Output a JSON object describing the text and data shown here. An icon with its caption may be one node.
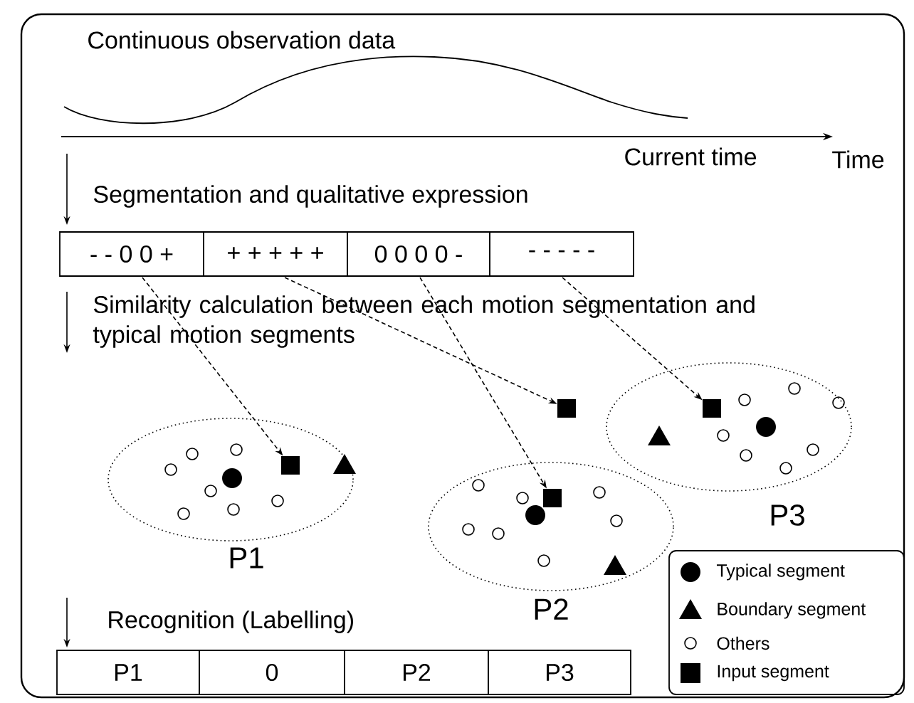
{
  "diagram": {
    "nodes": [
      {
        "text": [
          "- - 0 0 +"
        ]
      },
      {
        "text": [
          "+ + + + +"
        ]
      },
      {
        "text": [
          "0 0 0 0 -"
        ]
      },
      {
        "text": [
          "- - - - -"
        ]
      },
      {
        "text": [
          "P1"
        ]
      },
      {
        "text": [
          "P2"
        ]
      },
      {
        "text": [
          "P3"
        ]
      },
      {
        "text": [],
        "shape": "box",
        "in": 4
      },
      {
        "text": [],
        "shape": "box"
      },
      {
        "text": [],
        "shape": "box",
        "in": 5
      },
      {
        "text": [],
        "shape": "box",
        "in": 6
      },
      {
        "text": [
          "P1"
        ]
      },
      {
        "text": [
          "0"
        ]
      },
      {
        "text": [
          "P2"
        ]
      },
      {
        "text": [
          "P3"
        ]
      }
    ],
    "edges": [
      {
        "from": 0,
        "to": 7,
        "arrow": "to",
        "style": "dashed"
      },
      {
        "from": 1,
        "to": 8,
        "arrow": "to",
        "style": "dashed"
      },
      {
        "from": 2,
        "to": 9,
        "arrow": "to",
        "style": "dashed"
      },
      {
        "from": 3,
        "to": 10,
        "arrow": "to",
        "style": "dashed"
      }
    ],
    "labels": [
      "Continuous observation data",
      "Current time",
      "Time",
      "Segmentation and qualitative expression",
      "Similarity calculation between each motion segmentation and typical motion segments",
      "Recognition (Labelling)"
    ],
    "legend": [
      {
        "text": "Typical segment"
      },
      {
        "text": "Boundary segment"
      },
      {
        "text": "Others"
      },
      {
        "text": "Input segment"
      }
    ]
  }
}
